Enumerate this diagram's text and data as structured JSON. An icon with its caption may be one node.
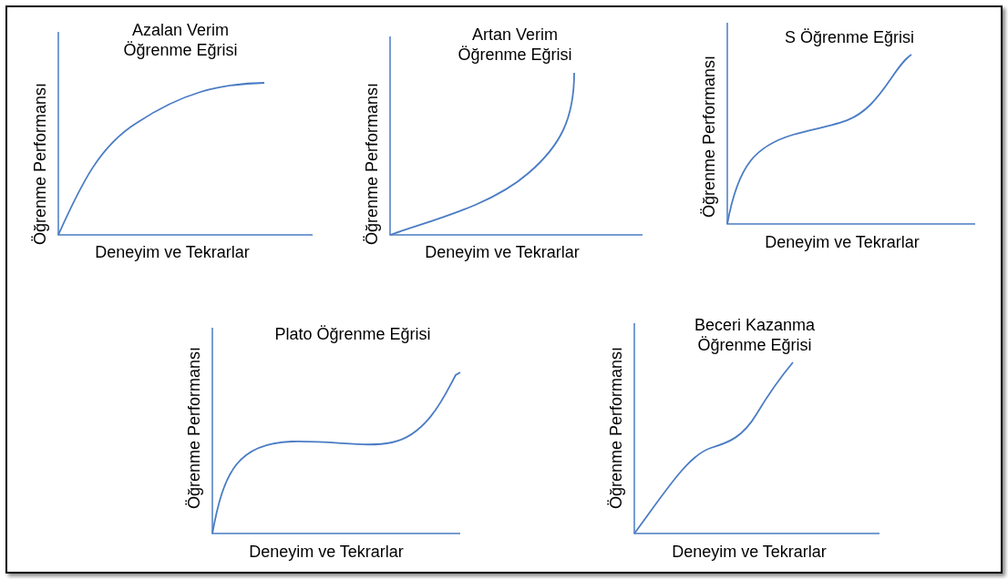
{
  "diagram": {
    "labels": [
      "Azalan Verim Öğrenme Eğrisi",
      "Öğrenme Performansı",
      "Deneyim ve Tekrarlar",
      "Artan Verim Öğrenme Eğrisi",
      "Öğrenme Performansı",
      "Deneyim ve Tekrarlar",
      "S Öğrenme Eğrisi",
      "Öğrenme Performansı",
      "Deneyim ve Tekrarlar",
      "Plato Öğrenme Eğrisi",
      "Öğrenme Performansı",
      "Deneyim ve Tekrarlar",
      "Beceri Kazanma Öğrenme Eğrisi",
      "Öğrenme Performansı",
      "Deneyim ve Tekrarlar"
    ]
  }
}
